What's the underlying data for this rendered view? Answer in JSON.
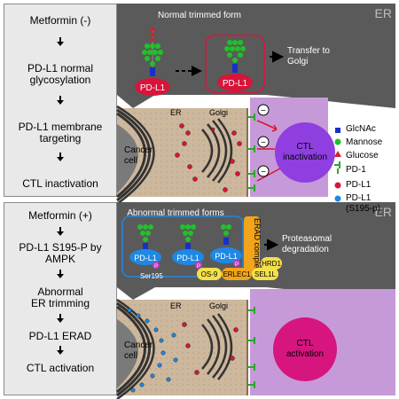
{
  "top_panel": {
    "steps": [
      "Metformin (-)",
      "PD-L1 normal glycosylation",
      "PD-L1 membrane targeting",
      "CTL inactivation"
    ],
    "er_title": "Normal trimmed form",
    "er_tag": "ER",
    "pdl1_label": "PD-L1",
    "transfer_label": "Transfer to Golgi",
    "cell_er": "ER",
    "cell_golgi": "Golgi",
    "cancer_cell": "Cancer cell",
    "ctl_label": "CTL inactivation",
    "minus_sign": "−"
  },
  "bottom_panel": {
    "steps": [
      "Metformin (+)",
      "PD-L1 S195-P by AMPK",
      "Abnormal ER trimming",
      "PD-L1 ERAD",
      "CTL activation"
    ],
    "er_title": "Abnormal trimmed forms",
    "er_tag": "ER",
    "pdl1_label": "PD-L1",
    "p_label": "P",
    "ser_label": "Ser195",
    "erad_complex": "ERAD complex",
    "hrd1": "HRD1",
    "os9": "OS-9",
    "erlec1": "ERLEC1",
    "sel1l": "SEL1L",
    "proteasomal": "Proteasomal degradation",
    "cell_er": "ER",
    "cell_golgi": "Golgi",
    "cancer_cell": "Cancer cell",
    "ctl_label": "CTL activation"
  },
  "legend": [
    {
      "label": "GlcNAc",
      "icon": "blue-square"
    },
    {
      "label": "Mannose",
      "icon": "green-circle"
    },
    {
      "label": "Glucose",
      "icon": "red-triangle"
    },
    {
      "label": "PD-1",
      "icon": "pd1-receptor"
    },
    {
      "label": "PD-L1",
      "icon": "red-dot"
    },
    {
      "label": "PD-L1 (S195-p)",
      "icon": "blue-dot"
    }
  ],
  "colors": {
    "dark_panel": "#5a5a5a",
    "pdl1_red": "#d8143a",
    "pdl1_blue": "#1e88e5",
    "mannose": "#22c02a",
    "glcnac": "#1531c8",
    "glucose": "#d81e2a",
    "ctl_purple": "#a86bc4",
    "ctl_body": "#8f3fe0",
    "ctl_active": "#d6157f",
    "cell_tan": "#cdb89d",
    "erad_orange": "#f2a51a",
    "chaperone_yellow": "#f4e04a"
  }
}
